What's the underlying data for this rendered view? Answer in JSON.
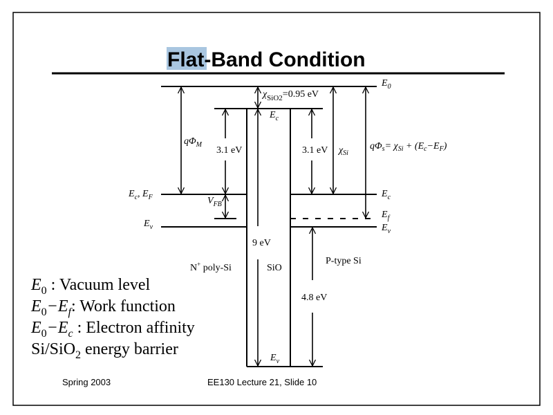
{
  "slide": {
    "title_highlight": "Flat",
    "title_rest": "-Band Condition",
    "highlight_color": "#a9c6e0",
    "footer_left": "Spring 2003",
    "footer_right": "EE130 Lecture 21, Slide 10"
  },
  "diagram": {
    "e0": "E",
    "e0_sub": "0",
    "chi_sio2": "χ",
    "chi_sio2_sub": "SiO2",
    "chi_sio2_val": "=0.95 eV",
    "oxide_ec": "E",
    "oxide_ec_sub": "c",
    "q_phi_m": "qΦ",
    "q_phi_m_sub": "M",
    "left_3_1": "3.1 eV",
    "right_3_1": "3.1 eV",
    "chi_si": "χ",
    "chi_si_sub": "Si",
    "q_phi_s": "qΦ",
    "q_phi_s_sub": "s",
    "q_phi_s_eq": "= χ",
    "q_phi_s_eq_sub": "Si",
    "q_phi_s_rest": " + (E",
    "q_phi_s_c": "c",
    "q_phi_s_minus": "−E",
    "q_phi_s_f": "F",
    "q_phi_s_close": ")",
    "left_ec_ef": "E",
    "left_ec_sub": "c",
    "left_ef_mid": ", E",
    "left_ef_sub": "F",
    "vfb": "V",
    "vfb_sub": "FB",
    "left_ev": "E",
    "left_ev_sub": "v",
    "right_ec": "E",
    "right_ec_sub": "c",
    "right_ef": "E",
    "right_ef_sub": "f",
    "right_ev": "E",
    "right_ev_sub": "v",
    "oxide_gap": "9 eV",
    "n_poly": "N",
    "n_poly_sup": "+",
    "n_poly_rest": " poly-Si",
    "oxide_label": "SiO",
    "p_type": "P-type Si",
    "valence_offset": "4.8 eV",
    "oxide_ev": "E",
    "oxide_ev_sub": "v"
  },
  "legend": [
    {
      "sym": "E",
      "sub": "0",
      "sym2": "",
      "sub2": "",
      "text": " : Vacuum level"
    },
    {
      "sym": "E",
      "sub": "0",
      "sym2": "−E",
      "sub2": "f",
      "text": ": Work function"
    },
    {
      "sym": "E",
      "sub": "0",
      "sym2": "−E",
      "sub2": "c",
      "text": " : Electron affinity"
    },
    {
      "text_a": "Si/SiO",
      "sub": "2",
      "text_b": " energy barrier"
    }
  ]
}
